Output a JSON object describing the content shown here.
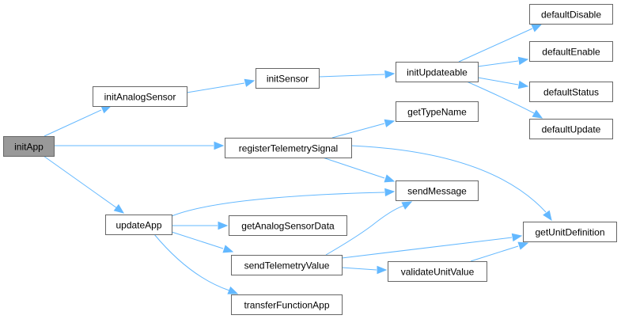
{
  "diagram": {
    "type": "call-graph",
    "edge_color": "#63b8ff",
    "root_fill": "#999999",
    "node_border": "#666666",
    "nodes": [
      {
        "id": "initApp",
        "label": "initApp",
        "root": true
      },
      {
        "id": "initAnalogSensor",
        "label": "initAnalogSensor"
      },
      {
        "id": "registerTelemetrySignal",
        "label": "registerTelemetrySignal"
      },
      {
        "id": "updateApp",
        "label": "updateApp"
      },
      {
        "id": "initSensor",
        "label": "initSensor"
      },
      {
        "id": "initUpdateable",
        "label": "initUpdateable"
      },
      {
        "id": "defaultDisable",
        "label": "defaultDisable"
      },
      {
        "id": "defaultEnable",
        "label": "defaultEnable"
      },
      {
        "id": "defaultStatus",
        "label": "defaultStatus"
      },
      {
        "id": "defaultUpdate",
        "label": "defaultUpdate"
      },
      {
        "id": "getTypeName",
        "label": "getTypeName"
      },
      {
        "id": "sendMessage",
        "label": "sendMessage"
      },
      {
        "id": "getUnitDefinition",
        "label": "getUnitDefinition"
      },
      {
        "id": "getAnalogSensorData",
        "label": "getAnalogSensorData"
      },
      {
        "id": "sendTelemetryValue",
        "label": "sendTelemetryValue"
      },
      {
        "id": "validateUnitValue",
        "label": "validateUnitValue"
      },
      {
        "id": "transferFunctionApp",
        "label": "transferFunctionApp"
      }
    ],
    "edges": [
      {
        "from": "initApp",
        "to": "initAnalogSensor"
      },
      {
        "from": "initApp",
        "to": "registerTelemetrySignal"
      },
      {
        "from": "initApp",
        "to": "updateApp"
      },
      {
        "from": "initAnalogSensor",
        "to": "initSensor"
      },
      {
        "from": "initSensor",
        "to": "initUpdateable"
      },
      {
        "from": "initUpdateable",
        "to": "defaultDisable"
      },
      {
        "from": "initUpdateable",
        "to": "defaultEnable"
      },
      {
        "from": "initUpdateable",
        "to": "defaultStatus"
      },
      {
        "from": "initUpdateable",
        "to": "defaultUpdate"
      },
      {
        "from": "registerTelemetrySignal",
        "to": "getTypeName"
      },
      {
        "from": "registerTelemetrySignal",
        "to": "sendMessage"
      },
      {
        "from": "registerTelemetrySignal",
        "to": "getUnitDefinition"
      },
      {
        "from": "updateApp",
        "to": "sendMessage"
      },
      {
        "from": "updateApp",
        "to": "getAnalogSensorData"
      },
      {
        "from": "updateApp",
        "to": "sendTelemetryValue"
      },
      {
        "from": "updateApp",
        "to": "transferFunctionApp"
      },
      {
        "from": "sendTelemetryValue",
        "to": "sendMessage"
      },
      {
        "from": "sendTelemetryValue",
        "to": "getUnitDefinition"
      },
      {
        "from": "sendTelemetryValue",
        "to": "validateUnitValue"
      },
      {
        "from": "validateUnitValue",
        "to": "getUnitDefinition"
      }
    ]
  }
}
